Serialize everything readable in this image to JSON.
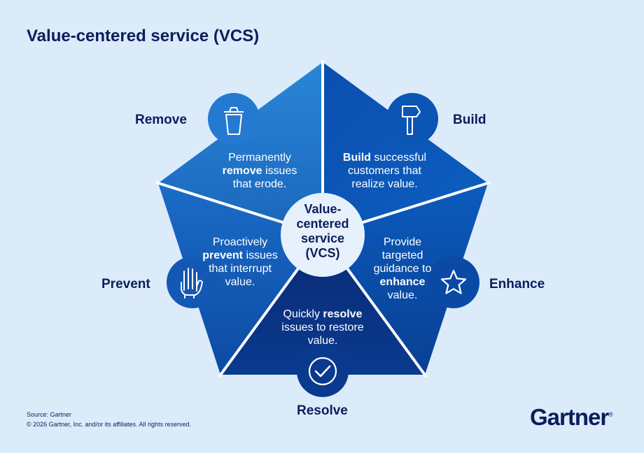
{
  "title": "Value-centered service (VCS)",
  "center": {
    "line1": "Value-",
    "line2": "centered",
    "line3": "service",
    "line4": "(VCS)"
  },
  "colors": {
    "background": "#dcebfa",
    "remove": "#1e72c6",
    "build": "#0b56b4",
    "enhance": "#0a4aa5",
    "resolve": "#0b2876",
    "prevent": "#1560bb",
    "navy": "#0b1e5b"
  },
  "segments": {
    "remove": {
      "label": "Remove",
      "icon": "trash-can-icon",
      "pre": "Permanently",
      "bold": "remove",
      "post": "issues that erode."
    },
    "build": {
      "label": "Build",
      "icon": "hammer-icon",
      "pre": "",
      "bold": "Build",
      "post": "successful customers that realize value."
    },
    "enhance": {
      "label": "Enhance",
      "icon": "star-icon",
      "pre": "Provide targeted guidance to",
      "bold": "enhance",
      "post": "value."
    },
    "resolve": {
      "label": "Resolve",
      "icon": "check-circle-icon",
      "pre": "Quickly",
      "bold": "resolve",
      "post": "issues to restore value."
    },
    "prevent": {
      "label": "Prevent",
      "icon": "raised-hand-icon",
      "pre": "Proactively",
      "bold": "prevent",
      "post": "issues that interrupt value."
    }
  },
  "footer": {
    "source": "Source: Gartner",
    "copyright": "© 2026 Gartner, Inc. and/or its affiliates. All rights reserved."
  },
  "logo": {
    "text": "Gartner",
    "mark": "®"
  }
}
